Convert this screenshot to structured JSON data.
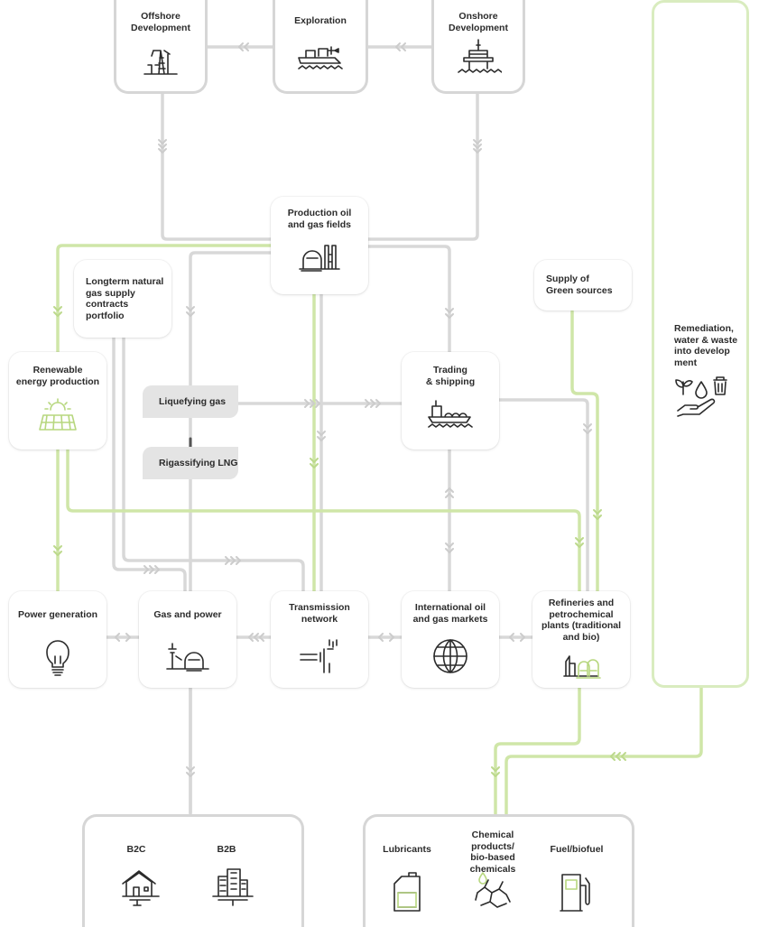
{
  "colors": {
    "gray_line": "#d8d8d8",
    "green_line": "#cfe6a8",
    "arrow_gray": "#cfcfcf",
    "arrow_green": "#bfdc8f",
    "text": "#2b2b2b",
    "pill_bg": "#e4e4e4"
  },
  "nodes": {
    "offshore": "Offshore\nDevelopment",
    "exploration": "Exploration",
    "onshore": "Onshore\nDevelopment",
    "production": "Production oil\nand gas fields",
    "longterm": "Longterm natural\ngas supply\ncontracts\nportfolio",
    "supply_green": "Supply of\nGreen sources",
    "renewable": "Renewable\nenergy production",
    "trading": "Trading\n& shipping",
    "liquefying": "Liquefying gas",
    "rigassifying": "Rigassifying LNG",
    "power_generation": "Power generation",
    "gas_power": "Gas and power",
    "transmission": "Transmission\nnetwork",
    "international": "International oil\nand gas markets",
    "refineries": "Refineries and\npetrochemical\nplants (traditional\nand bio)",
    "remediation": "Remediation,\nwater & waste\ninto develop\nment"
  },
  "customers": {
    "b2c": "B2C",
    "b2b": "B2B"
  },
  "products": {
    "lubricants": "Lubricants",
    "chemicals": "Chemical\nproducts/\nbio-based\nchemicals",
    "fuel": "Fuel/biofuel"
  },
  "icons": {
    "offshore": "oil-pump-icon",
    "exploration": "ship-icon",
    "onshore": "oil-platform-icon",
    "production": "refinery-tank-icon",
    "renewable": "solar-panel-icon",
    "trading": "tanker-ship-icon",
    "power_generation": "light-bulb-icon",
    "gas_power": "gas-station-icon",
    "transmission": "pipeline-icon",
    "international": "globe-icon",
    "refineries": "plant-icon",
    "remediation": "plant-water-waste-icon",
    "b2c": "house-icon",
    "b2b": "building-icon",
    "lubricants": "canister-icon",
    "chemicals": "molecule-icon",
    "fuel": "fuel-pump-icon"
  }
}
